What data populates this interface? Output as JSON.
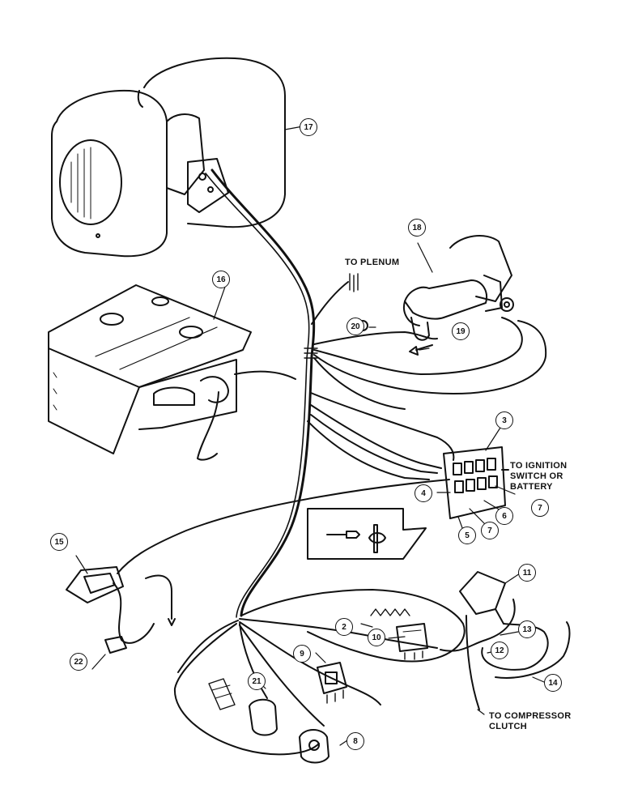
{
  "labels": {
    "to_plenum": "TO PLENUM",
    "to_ignition": [
      "TO IGNITION",
      "SWITCH OR",
      "BATTERY"
    ],
    "to_compressor": [
      "TO COMPRESSOR",
      "CLUTCH"
    ]
  },
  "callouts": [
    "2",
    "3",
    "4",
    "5",
    "6",
    "7",
    "7",
    "8",
    "9",
    "10",
    "11",
    "12",
    "13",
    "14",
    "15",
    "16",
    "17",
    "18",
    "19",
    "20",
    "21",
    "22"
  ]
}
